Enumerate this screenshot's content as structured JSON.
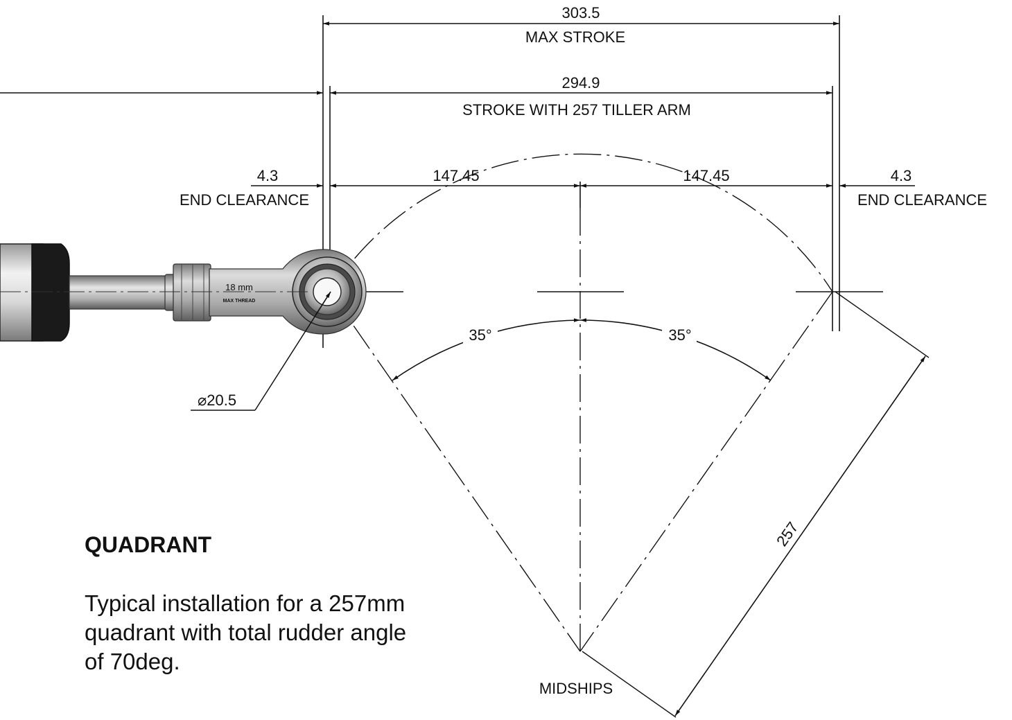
{
  "dimensions": {
    "max_stroke_value": "303.5",
    "max_stroke_label": "MAX STROKE",
    "tiller_stroke_value": "294.9",
    "tiller_stroke_label": "STROKE WITH 257 TILLER ARM",
    "half_left_value": "147.45",
    "half_right_value": "147.45",
    "clearance_left_value": "4.3",
    "clearance_left_label": "END CLEARANCE",
    "clearance_right_value": "4.3",
    "clearance_right_label": "END CLEARANCE",
    "angle_left": "35°",
    "angle_right": "35°",
    "diameter": "⌀20.5",
    "arm_length": "257",
    "midships_label": "MIDSHIPS"
  },
  "rod_end": {
    "thread_size": "18 mm",
    "thread_note": "MAX THREAD"
  },
  "note": {
    "title": "QUADRANT",
    "body": "Typical installation for a 257mm quadrant with total rudder angle of 70deg."
  },
  "colors": {
    "line": "#111111",
    "cylinder_dark": "#1a1a1a"
  }
}
